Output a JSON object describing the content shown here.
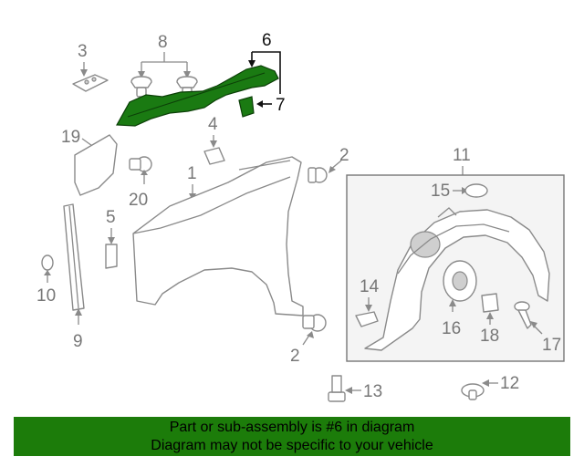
{
  "callouts": {
    "n1": "1",
    "n2a": "2",
    "n2b": "2",
    "n3": "3",
    "n4": "4",
    "n5": "5",
    "n6": "6",
    "n7": "7",
    "n8": "8",
    "n9": "9",
    "n10": "10",
    "n11": "11",
    "n12": "12",
    "n13": "13",
    "n14": "14",
    "n15": "15",
    "n16": "16",
    "n17": "17",
    "n18": "18",
    "n19": "19",
    "n20": "20"
  },
  "highlight": {
    "part_number": "6",
    "color": "#1c7c0a"
  },
  "banner": {
    "line1": "Part or sub-assembly is #6 in diagram",
    "line2": "Diagram may not be specific to your vehicle"
  }
}
